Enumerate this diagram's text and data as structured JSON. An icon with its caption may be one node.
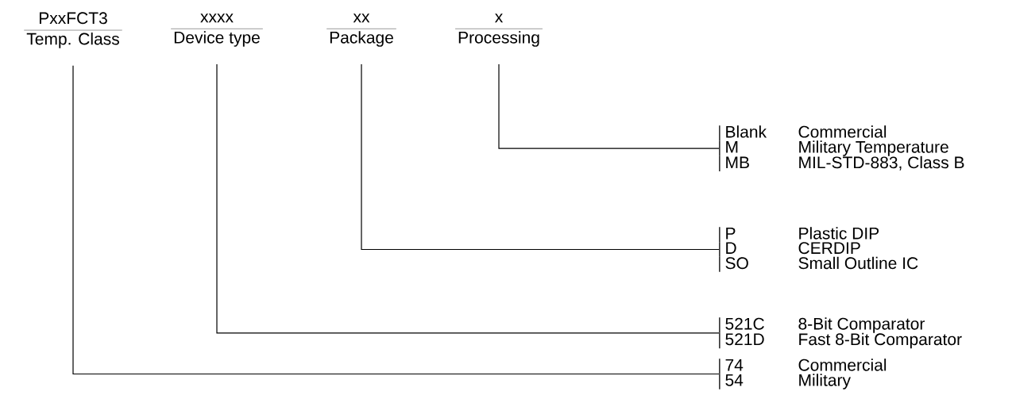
{
  "diagram": {
    "nodes": [
      {
        "text": [
          "PxxFCT3",
          "Temp. Class"
        ]
      },
      {
        "text": [
          "xxxx",
          "Device type"
        ]
      },
      {
        "text": [
          "xx",
          "Package"
        ]
      },
      {
        "text": [
          "x",
          "Processing"
        ]
      },
      {
        "text": [
          "Blank",
          "Commercial",
          "M",
          "Military Temperature",
          "MB",
          "MIL-STD-883, Class B"
        ]
      },
      {
        "text": [
          "P",
          "Plastic DIP",
          "D",
          "CERDIP",
          "SO",
          "Small Outline IC"
        ]
      },
      {
        "text": [
          "521C",
          "8-Bit Comparator",
          "521D",
          "Fast 8-Bit Comparator"
        ]
      },
      {
        "text": [
          "74",
          "Commercial",
          "54",
          "Military"
        ]
      }
    ],
    "edges": [
      {
        "from": 3,
        "to": 4,
        "arrow": "none"
      },
      {
        "from": 2,
        "to": 5,
        "arrow": "none"
      },
      {
        "from": 1,
        "to": 6,
        "arrow": "none"
      },
      {
        "from": 0,
        "to": 7,
        "arrow": "none"
      }
    ]
  }
}
